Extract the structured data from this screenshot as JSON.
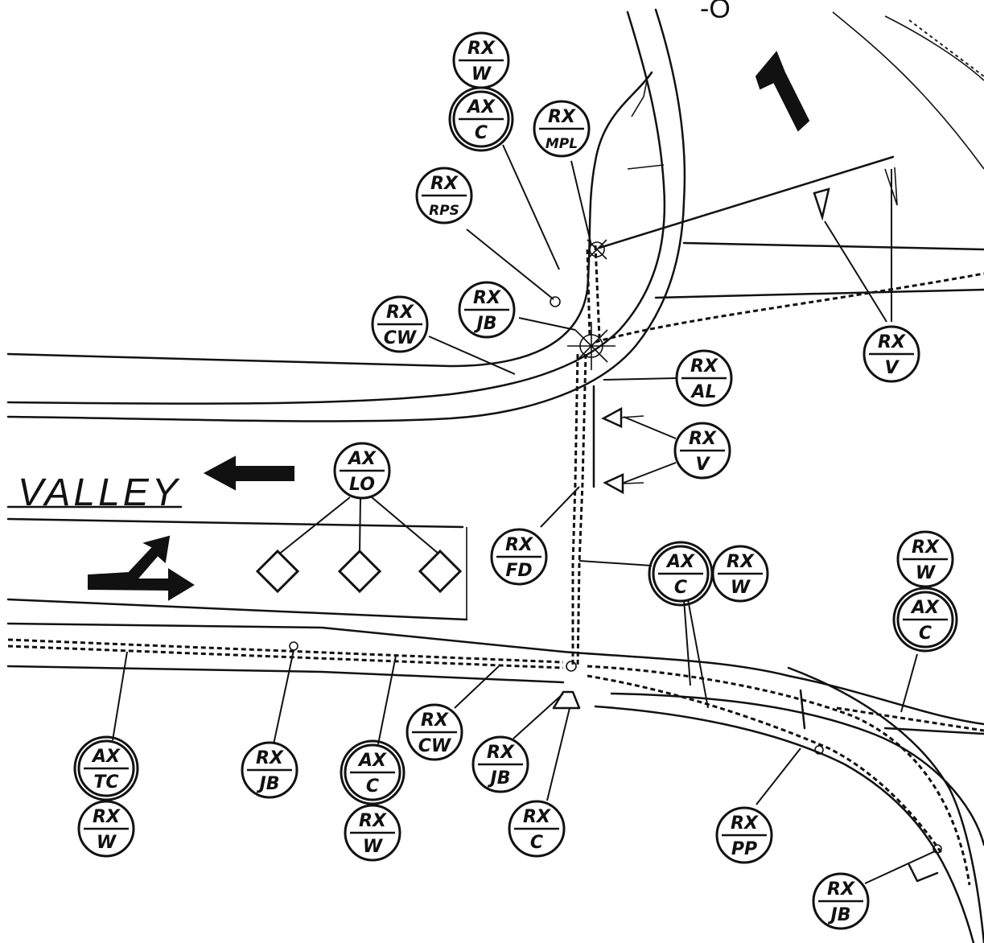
{
  "street_name": "VALLEY",
  "top_fragment": "-O",
  "labels": [
    {
      "id": "b1",
      "top": "RX",
      "bottom": "W"
    },
    {
      "id": "b2",
      "top": "AX",
      "bottom": "C"
    },
    {
      "id": "b3",
      "top": "RX",
      "bottom": "MPL"
    },
    {
      "id": "b4",
      "top": "RX",
      "bottom": "RPS"
    },
    {
      "id": "b5",
      "top": "RX",
      "bottom": "JB"
    },
    {
      "id": "b6",
      "top": "RX",
      "bottom": "CW"
    },
    {
      "id": "b7",
      "top": "RX",
      "bottom": "V"
    },
    {
      "id": "b8",
      "top": "RX",
      "bottom": "AL"
    },
    {
      "id": "b9",
      "top": "RX",
      "bottom": "V"
    },
    {
      "id": "b10",
      "top": "AX",
      "bottom": "LO"
    },
    {
      "id": "b11",
      "top": "RX",
      "bottom": "FD"
    },
    {
      "id": "b12",
      "top": "AX",
      "bottom": "C"
    },
    {
      "id": "b13",
      "top": "RX",
      "bottom": "W"
    },
    {
      "id": "b14",
      "top": "RX",
      "bottom": "W"
    },
    {
      "id": "b15",
      "top": "AX",
      "bottom": "C"
    },
    {
      "id": "b16",
      "top": "AX",
      "bottom": "TC"
    },
    {
      "id": "b17",
      "top": "RX",
      "bottom": "W"
    },
    {
      "id": "b18",
      "top": "RX",
      "bottom": "JB"
    },
    {
      "id": "b19",
      "top": "AX",
      "bottom": "C"
    },
    {
      "id": "b20",
      "top": "RX",
      "bottom": "W"
    },
    {
      "id": "b21",
      "top": "RX",
      "bottom": "CW"
    },
    {
      "id": "b22",
      "top": "RX",
      "bottom": "JB"
    },
    {
      "id": "b23",
      "top": "RX",
      "bottom": "C"
    },
    {
      "id": "b24",
      "top": "RX",
      "bottom": "PP"
    },
    {
      "id": "b25",
      "top": "RX",
      "bottom": "JB"
    }
  ]
}
